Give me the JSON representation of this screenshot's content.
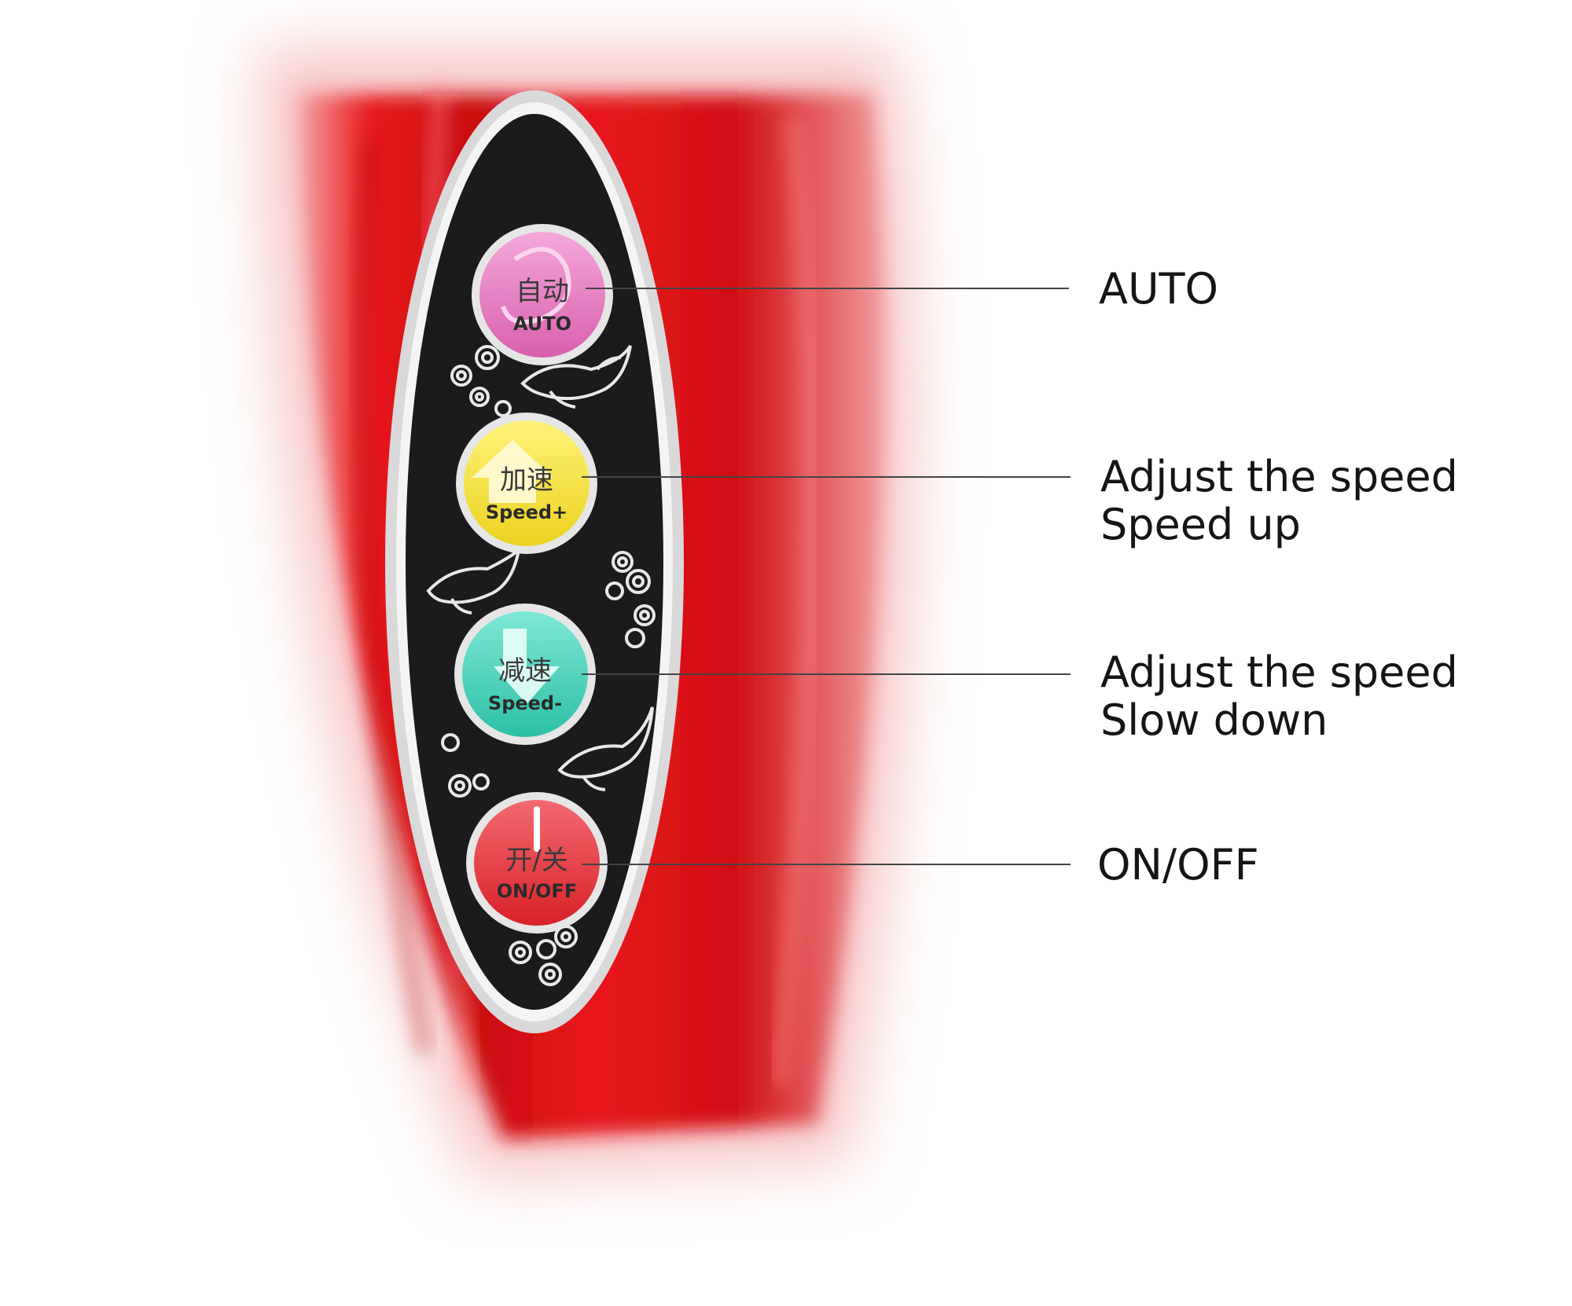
{
  "colors": {
    "device_red": "#e8171c",
    "device_dark_red": "#b30c10",
    "panel_black": "#1b1b1d",
    "auto_pink": "#e57bc1",
    "speed_up_yellow": "#f3e23c",
    "slow_down_teal": "#3fd1b8",
    "power_red": "#e8333a",
    "callout_line": "#444444",
    "text": "#151515"
  },
  "buttons": [
    {
      "id": "auto",
      "cn_label": "自动",
      "en_label": "AUTO",
      "color": "#e57bc1",
      "icon": "swirl-icon"
    },
    {
      "id": "speed-up",
      "cn_label": "加速",
      "en_label": "Speed+",
      "color": "#f3e23c",
      "icon": "up-arrow-icon"
    },
    {
      "id": "slow-down",
      "cn_label": "减速",
      "en_label": "Speed-",
      "color": "#3fd1b8",
      "icon": "down-arrow-icon"
    },
    {
      "id": "power",
      "cn_label": "开/关",
      "en_label": "ON/OFF",
      "color": "#e8333a",
      "icon": "power-icon"
    }
  ],
  "callouts": [
    {
      "id": "auto",
      "lines": [
        "AUTO"
      ]
    },
    {
      "id": "speed-up",
      "lines": [
        "Adjust the speed",
        "Speed up"
      ]
    },
    {
      "id": "slow-down",
      "lines": [
        "Adjust the speed",
        "Slow down"
      ]
    },
    {
      "id": "power",
      "lines": [
        "ON/OFF"
      ]
    }
  ],
  "decorations": [
    "dolphin-icon",
    "bubbles-icon"
  ]
}
